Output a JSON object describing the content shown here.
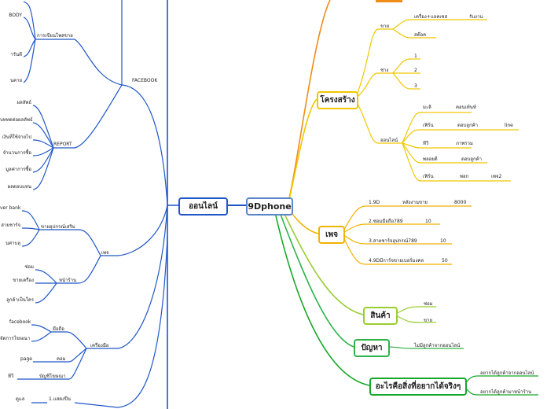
{
  "root": "9Dphone",
  "online": {
    "label": "ออนไลน์",
    "facebook": {
      "label": "FACEBOOK",
      "writing": {
        "label": "การเขียนโพสขาย",
        "items": [
          "BODY",
          "ารันตี",
          "นคาย"
        ]
      },
      "report": {
        "label": "REPORT",
        "items": [
          "ผลลัพธ์",
          "บททดต่อผลลัพธ์",
          "เงินที่ใช้จ่ายไป",
          "จำนวนการซื้อ",
          "มูลค่าการซื้อ",
          "ผลตอบแทน"
        ]
      }
    },
    "page": {
      "label": "เพจ",
      "accessories": {
        "label": "ขายอุปกรณ์เสริม",
        "items": [
          "ver bank",
          "สายชาร์จ",
          "นค่าบลุ"
        ]
      },
      "storefront": {
        "label": "หน้าร้าน",
        "items": [
          "ซ่อม",
          "ขายเครื่อง",
          "ลูกค้าเป็นใคร"
        ]
      }
    },
    "tools": {
      "label": "เครื่องมือ",
      "mobile": {
        "label": "มือถือ",
        "items": [
          "facebook",
          "จัดการโฆษณา"
        ]
      },
      "computer": {
        "label": "คอม",
        "items": [
          "page"
        ]
      },
      "ads_account": {
        "label": "บัญชีโฆษณา",
        "items": [
          "ทีวี"
        ]
      }
    },
    "bottom_item": {
      "label": "1.แสดงปืน",
      "items": [
        "ดูแล"
      ]
    }
  },
  "structure": {
    "label": "โครงสร้าง",
    "sales": {
      "label": "ขาย",
      "items": [
        "เครื่อง+แอคเซส",
        "สต๊อค"
      ],
      "extra": "รับงาน"
    },
    "tech": {
      "label": "ช่าง",
      "items": [
        "1",
        "2",
        "3"
      ]
    },
    "onl": {
      "label": "ออนไลน์",
      "rows": [
        {
          "a": "มะลิ",
          "b": "คอนเท้นท์",
          "c": ""
        },
        {
          "a": "เฟิร์น",
          "b": "ตอบลูกค้า",
          "c": "line"
        },
        {
          "a": "ทีวี",
          "b": "ภาพรวม",
          "c": ""
        },
        {
          "a": "พลอยดี",
          "b": "ตอบลูกค้า",
          "c": ""
        },
        {
          "a": "เฟิร์น",
          "b": "พอก",
          "c": "เพจ2"
        }
      ]
    }
  },
  "pages": {
    "label": "เพจ",
    "rows": [
      {
        "name": "1.9D",
        "mid": "หลังงานขาย",
        "val": "8000"
      },
      {
        "name": "2.ซ่อมมือถือ789",
        "mid": "",
        "val": "10"
      },
      {
        "name": "3.สายชาร์จอุปกรณ์789",
        "mid": "",
        "val": "10"
      },
      {
        "name": "4.9Dมีการ์จขายเบอร์มงคล",
        "mid": "",
        "val": "50"
      }
    ]
  },
  "product": {
    "label": "สินค้า",
    "items": [
      "ซ่อม",
      "ขาย"
    ]
  },
  "problem": {
    "label": "ปัญหา",
    "items": [
      "ไม่มีลูกค้าจากออนไลน์"
    ]
  },
  "goals": {
    "label": "อะไรคือสิ่งที่อยากได้จริงๆ",
    "items": [
      "อยากได้ลูกค้าจากออนไลน์",
      "อยากได้ลูกค้ามาหน้าร้าน"
    ]
  },
  "colors": {
    "blue": "#1f57c8",
    "yellow": "#f0c800",
    "gold": "#f2b200",
    "lime": "#9acd32",
    "green": "#2db34a",
    "orange": "#f08c1a"
  }
}
